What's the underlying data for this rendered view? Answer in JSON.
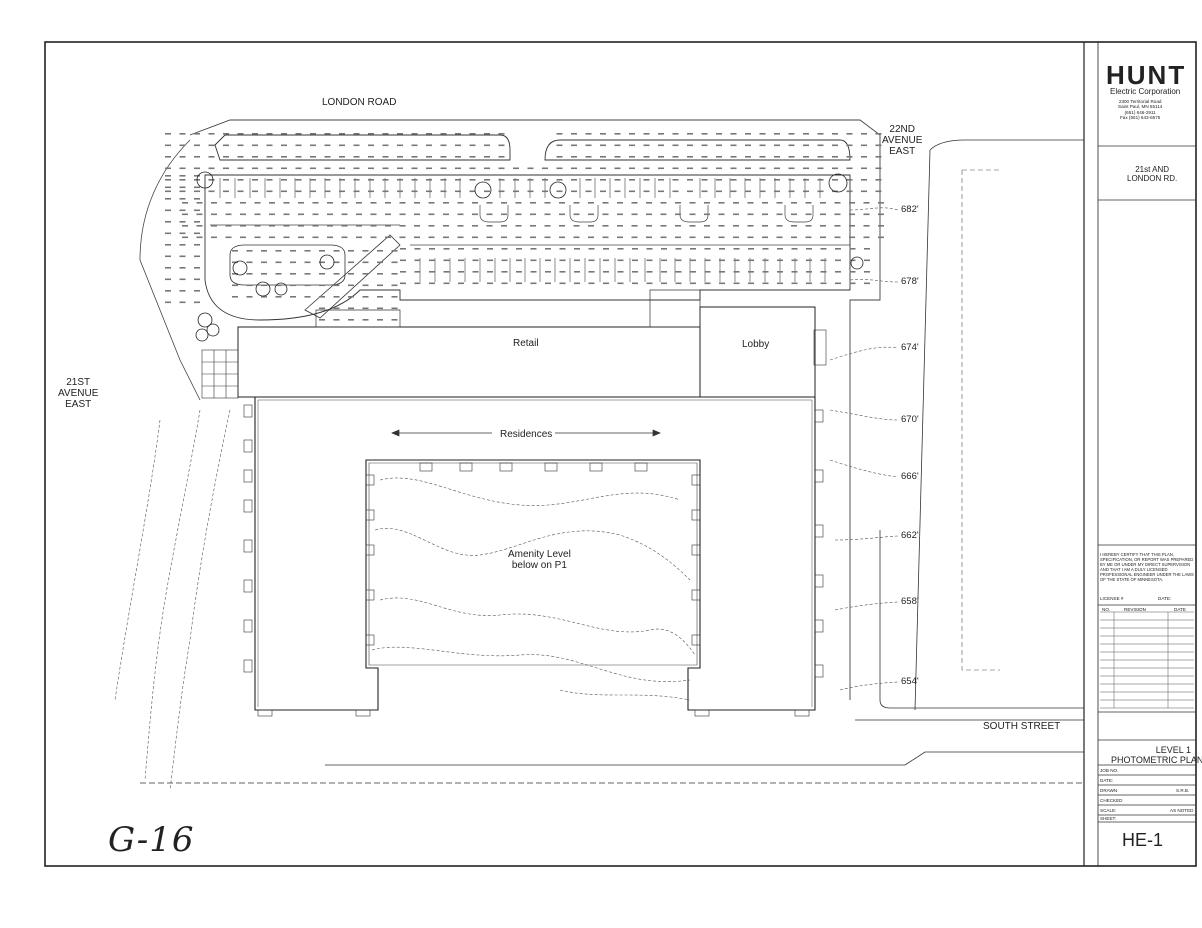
{
  "streets": {
    "london_road": "LONDON ROAD",
    "avenue_22nd": [
      "22ND",
      "AVENUE",
      "EAST"
    ],
    "avenue_21st": [
      "21ST",
      "AVENUE",
      "EAST"
    ],
    "south_street": "SOUTH STREET"
  },
  "rooms": {
    "retail": "Retail",
    "lobby": "Lobby",
    "residences": "Residences",
    "amenity": [
      "Amenity Level",
      "below on P1"
    ]
  },
  "contours": [
    "682'",
    "678'",
    "674'",
    "670'",
    "666'",
    "662'",
    "658'",
    "654'"
  ],
  "title_block": {
    "company": "HUNT",
    "company_sub": "Electric Corporation",
    "address": [
      "2300 Territorial Road",
      "Saint Paul, MN 55114",
      "(651) 646-2911",
      "Fax (651) 643-6575"
    ],
    "project": [
      "21st AND",
      "LONDON RD."
    ],
    "certification": [
      "I HEREBY CERTIFY THAT THIS PLAN,",
      "SPECIFICATION, OR REPORT WAS PREPARED",
      "BY ME OR UNDER MY DIRECT SUPERVISION",
      "AND THAT I AM A DULY LICENSED",
      "PROFESSIONAL ENGINEER UNDER THE LAWS",
      "OF THE STATE OF MINNESOTA."
    ],
    "license_label": "LICENSE #",
    "date_label": "DATE:",
    "revisions_headers": [
      "NO.",
      "REVISION",
      "DATE"
    ],
    "sheet_title": [
      "LEVEL 1",
      "PHOTOMETRIC PLAN"
    ],
    "fields": [
      {
        "label": "JOB NO.",
        "value": ""
      },
      {
        "label": "DATE:",
        "value": ""
      },
      {
        "label": "DRAWN",
        "value": "S.R.B."
      },
      {
        "label": "CHECKED",
        "value": ""
      },
      {
        "label": "SCALE:",
        "value": "AS NOTED"
      },
      {
        "label": "SHEET:",
        "value": ""
      }
    ],
    "sheet_number": "HE-1"
  },
  "handwritten_note": "G-16"
}
